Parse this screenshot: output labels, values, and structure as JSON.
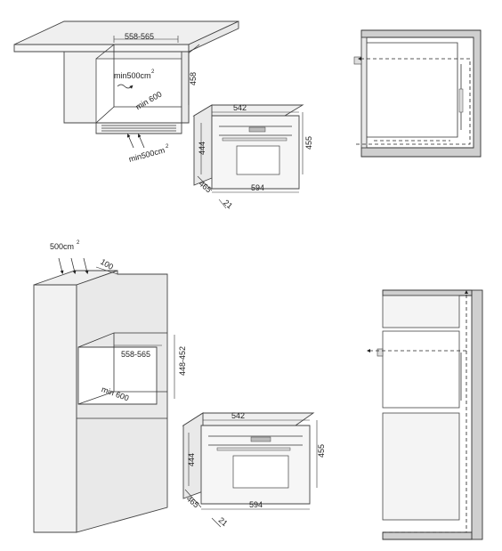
{
  "diagram": {
    "under_counter": {
      "niche_width": "558-565",
      "niche_height": "458",
      "vent_top": "min500cm",
      "vent_top_sup": "2",
      "vent_bottom": "min500cm",
      "vent_bottom_sup": "2",
      "depth": "min 600"
    },
    "oven_top": {
      "width_top": "542",
      "height_left": "444",
      "height_right": "455",
      "depth": "465",
      "width_front": "594",
      "door": "21"
    },
    "tall_cabinet": {
      "vent": "500cm",
      "vent_sup": "2",
      "gap": "100",
      "niche_width": "558-565",
      "niche_height": "448-452",
      "depth": "min 600"
    },
    "oven_bottom": {
      "width_top": "542",
      "height_left": "444",
      "height_right": "455",
      "depth": "465",
      "width_front": "594",
      "door": "21"
    }
  }
}
